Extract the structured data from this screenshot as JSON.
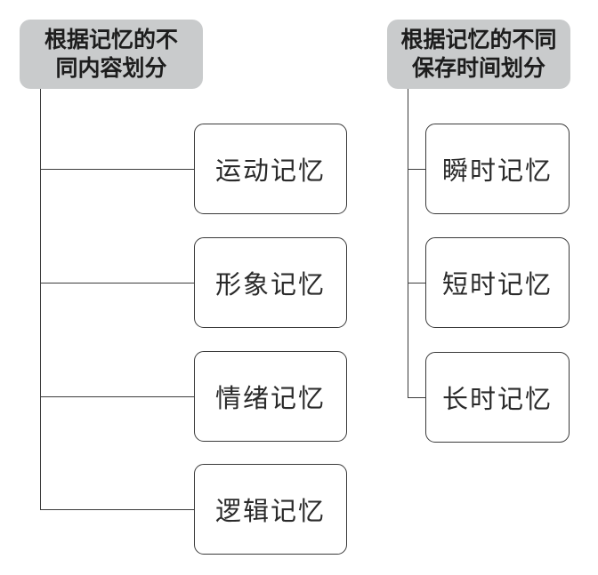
{
  "diagram": {
    "title_left": "根据记忆的不\n同内容划分",
    "title_right": "根据记忆的不同\n保存时间划分",
    "colors": {
      "root_background": "#c9cbcc",
      "root_text": "#1d1d1d",
      "leaf_background": "#ffffff",
      "leaf_border": "#3a3a3a",
      "leaf_text": "#2a2a2a",
      "connector": "#3c3c3c",
      "page_background": "#ffffff"
    },
    "branches": [
      {
        "id": "by-content",
        "root_label": "根据记忆的不\n同内容划分",
        "children": [
          {
            "label": "运动记忆"
          },
          {
            "label": "形象记忆"
          },
          {
            "label": "情绪记忆"
          },
          {
            "label": "逻辑记忆"
          }
        ]
      },
      {
        "id": "by-duration",
        "root_label": "根据记忆的不同\n保存时间划分",
        "children": [
          {
            "label": "瞬时记忆"
          },
          {
            "label": "短时记忆"
          },
          {
            "label": "长时记忆"
          }
        ]
      }
    ]
  }
}
